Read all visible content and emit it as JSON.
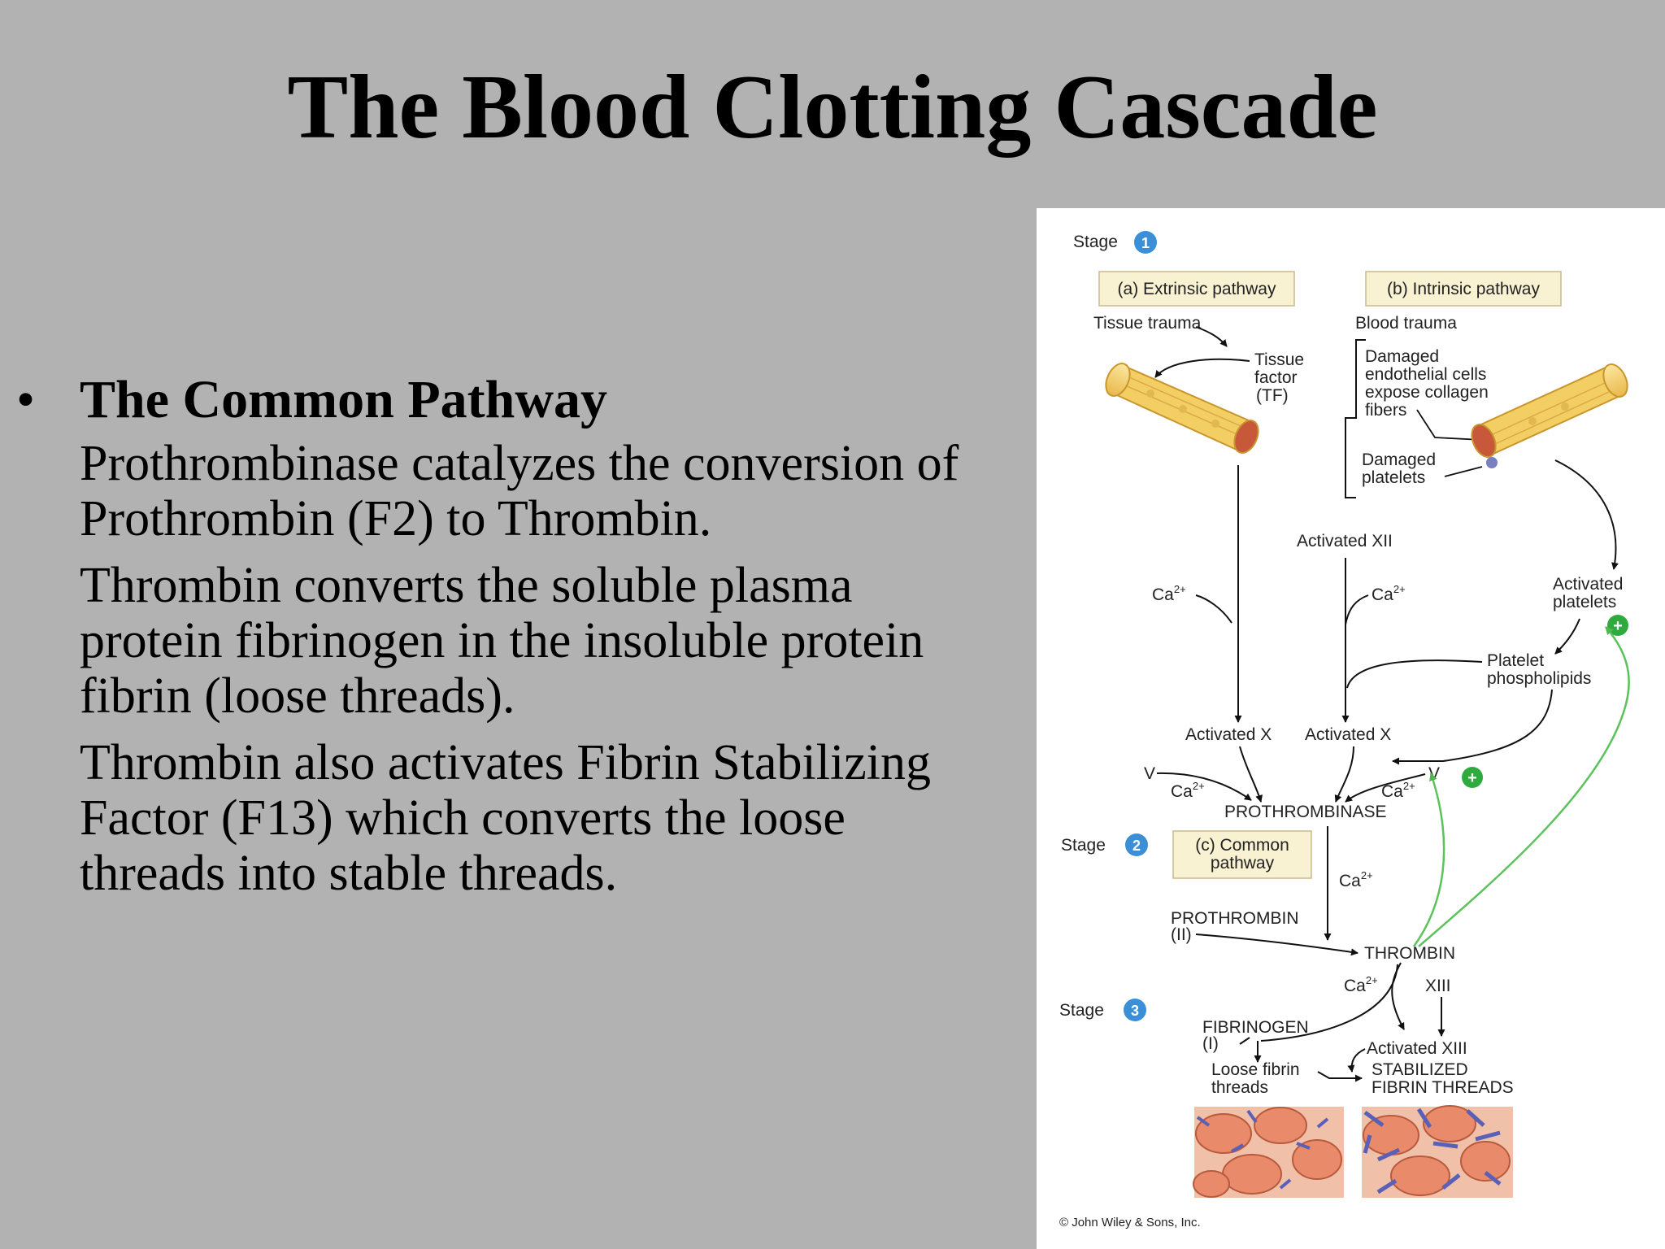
{
  "slide": {
    "title": "The Blood Clotting Cascade",
    "bullet": {
      "marker": "•",
      "heading": "The Common Pathway",
      "paragraphs": [
        "Prothrombinase catalyzes the conversion of Prothrombin  (F2) to Thrombin.",
        "Thrombin converts the soluble plasma protein fibrinogen in the insoluble protein fibrin (loose threads).",
        "Thrombin also activates Fibrin Stabilizing Factor (F13) which converts the loose threads into stable threads."
      ]
    }
  },
  "diagram": {
    "stages": [
      {
        "label": "Stage",
        "number": "1"
      },
      {
        "label": "Stage",
        "number": "2"
      },
      {
        "label": "Stage",
        "number": "3"
      }
    ],
    "pathway_boxes": {
      "extrinsic": "(a) Extrinsic pathway",
      "intrinsic": "(b) Intrinsic pathway",
      "common_line1": "(c) Common",
      "common_line2": "pathway"
    },
    "labels": {
      "tissue_trauma": "Tissue trauma",
      "blood_trauma": "Blood trauma",
      "tf_1": "Tissue",
      "tf_2": "factor",
      "tf_3": "(TF)",
      "damaged_endo_1": "Damaged",
      "damaged_endo_2": "endothelial cells",
      "damaged_endo_3": "expose collagen",
      "damaged_endo_4": "fibers",
      "damaged_plt_1": "Damaged",
      "damaged_plt_2": "platelets",
      "activated_xii": "Activated XII",
      "ca": "Ca",
      "ca_sup": "2+",
      "activated_plt_1": "Activated",
      "activated_plt_2": "platelets",
      "plt_phos_1": "Platelet",
      "plt_phos_2": "phospholipids",
      "activated_x": "Activated X",
      "factor_v": "V",
      "plus": "+",
      "prothrombinase": "PROTHROMBINASE",
      "prothrombin_1": "PROTHROMBIN",
      "prothrombin_2": "(II)",
      "thrombin": "THROMBIN",
      "xiii": "XIII",
      "fibrinogen_1": "FIBRINOGEN",
      "fibrinogen_2": "(I)",
      "activated_xiii": "Activated XIII",
      "loose_1": "Loose fibrin",
      "loose_2": "threads",
      "stabilized_1": "STABILIZED",
      "stabilized_2": "FIBRIN THREADS"
    },
    "copyright": "© John Wiley & Sons, Inc.",
    "colors": {
      "stage_badge": "#3a8fd6",
      "plus_badge": "#2eaa3e",
      "feedback_arrow": "#5cc25c",
      "pathway_box": "#f8f1d2",
      "vessel": "#f3cf63",
      "red_cell": "#e98b6a",
      "fibrin": "#5a5fb8"
    }
  }
}
